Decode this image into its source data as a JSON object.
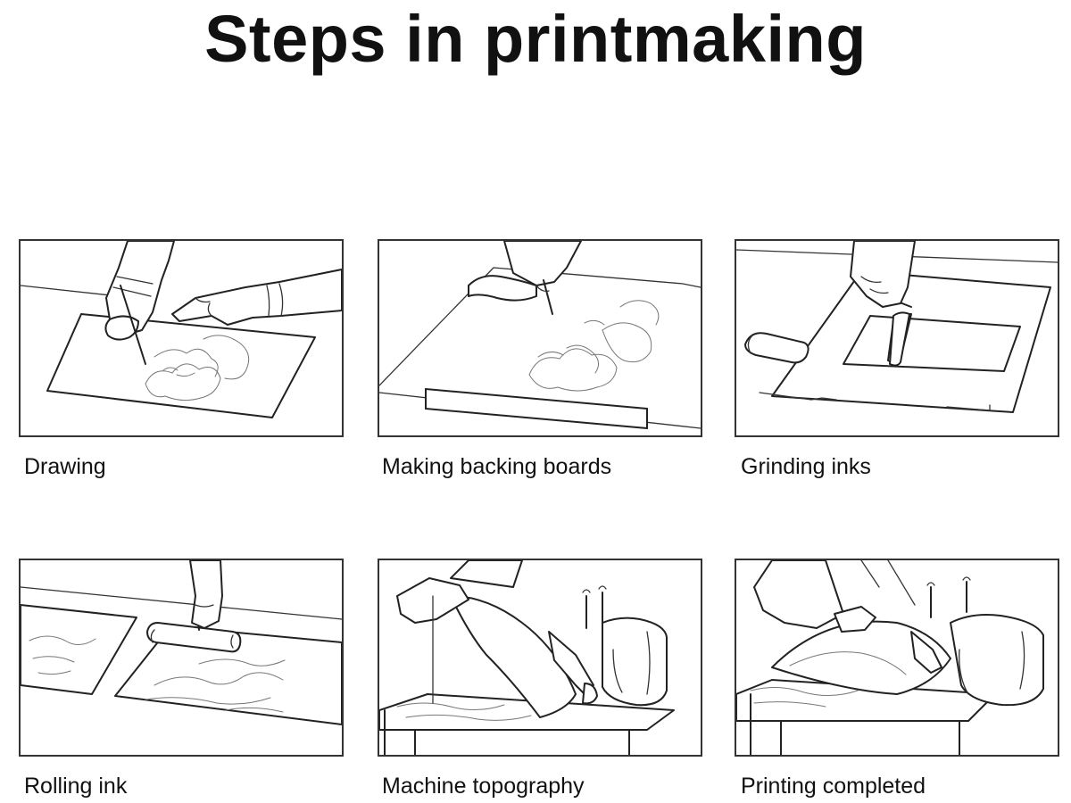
{
  "title": "Steps in printmaking",
  "steps": [
    {
      "caption": "Drawing"
    },
    {
      "caption": "Making backing boards"
    },
    {
      "caption": "Grinding inks"
    },
    {
      "caption": "Rolling ink"
    },
    {
      "caption": "Machine topography"
    },
    {
      "caption": "Printing completed"
    }
  ]
}
